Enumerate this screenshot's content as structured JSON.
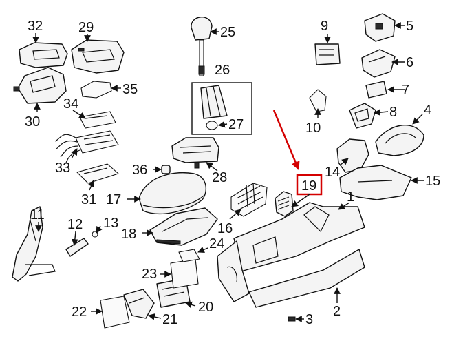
{
  "highlight_color": "#d40000",
  "highlighted_part": "19",
  "parts": {
    "p1": "1",
    "p2": "2",
    "p3": "3",
    "p4": "4",
    "p5": "5",
    "p6": "6",
    "p7": "7",
    "p8": "8",
    "p9": "9",
    "p10": "10",
    "p11": "11",
    "p12": "12",
    "p13": "13",
    "p14": "14",
    "p15": "15",
    "p16": "16",
    "p17": "17",
    "p18": "18",
    "p19": "19",
    "p20": "20",
    "p21": "21",
    "p22": "22",
    "p23": "23",
    "p24": "24",
    "p25": "25",
    "p26": "26",
    "p27": "27",
    "p28": "28",
    "p29": "29",
    "p30": "30",
    "p31": "31",
    "p32": "32",
    "p33": "33",
    "p34": "34",
    "p35": "35",
    "p36": "36"
  }
}
